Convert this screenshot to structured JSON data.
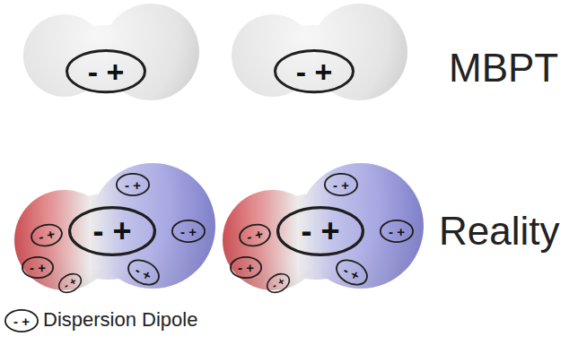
{
  "diagram": {
    "nodes": [
      {
        "text": [
          "- +"
        ]
      },
      {
        "text": [
          "- +"
        ]
      },
      {
        "text": [
          "- +"
        ]
      },
      {
        "text": [
          "- +"
        ]
      },
      {
        "text": [
          "- +"
        ]
      },
      {
        "text": [
          "- +"
        ]
      },
      {
        "text": [
          "- +"
        ]
      },
      {
        "text": [
          "- +"
        ]
      },
      {
        "text": [
          "- +"
        ]
      },
      {
        "text": [
          "- +"
        ]
      },
      {
        "text": [
          "- +"
        ]
      },
      {
        "text": [
          "- +"
        ]
      },
      {
        "text": [
          "- +"
        ]
      },
      {
        "text": [
          "- +"
        ]
      },
      {
        "text": [
          "- +"
        ]
      },
      {
        "text": [
          "- +"
        ]
      },
      {
        "text": [
          "- +"
        ]
      }
    ],
    "labels": [
      "MBPT",
      "Reality"
    ],
    "legend": [
      {
        "text": "Dispersion Dipole"
      }
    ]
  }
}
